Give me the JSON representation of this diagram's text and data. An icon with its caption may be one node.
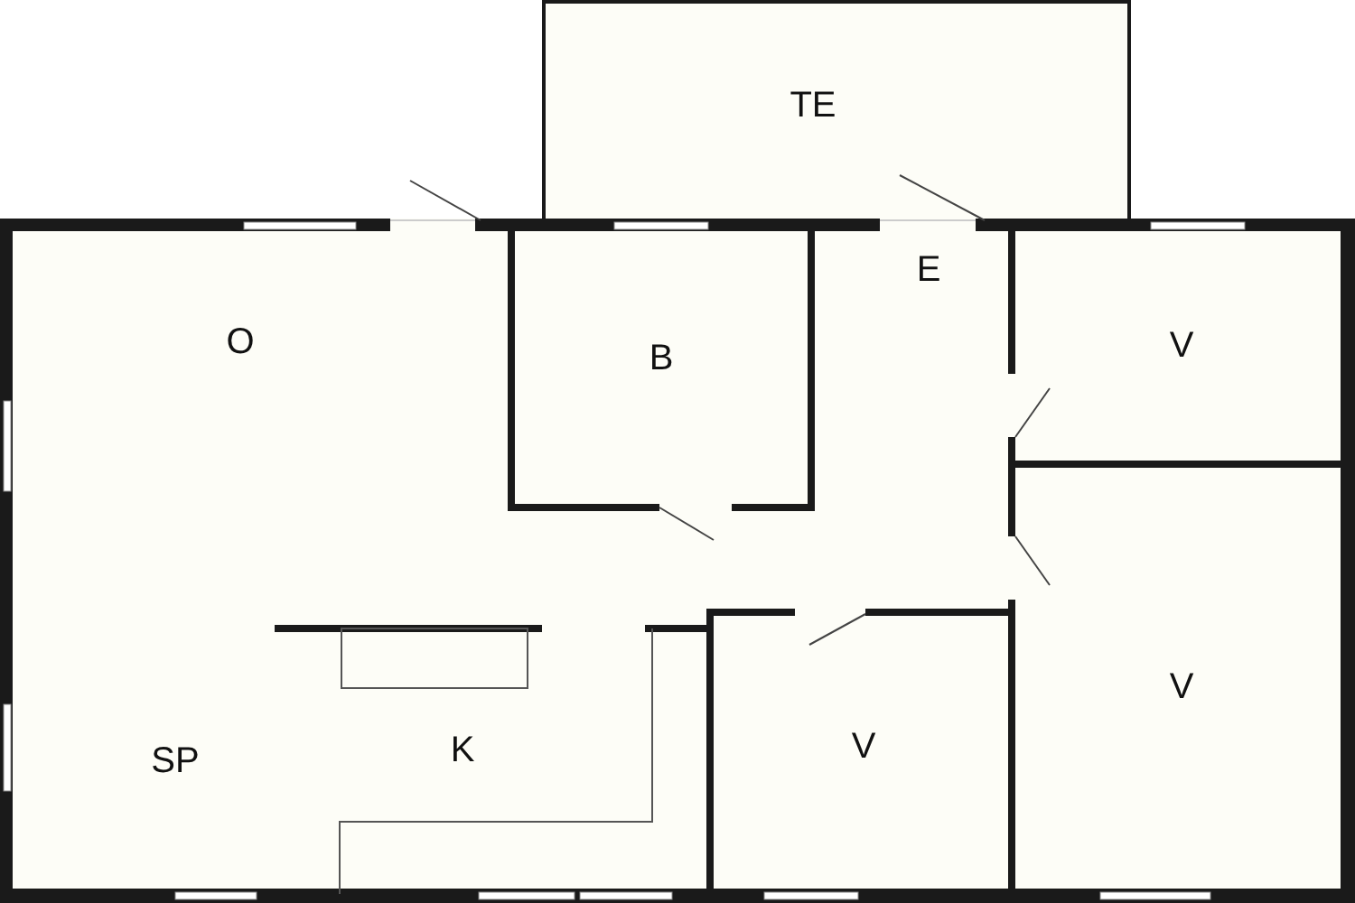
{
  "diagram": {
    "labels": [
      "TE",
      "E",
      "O",
      "V",
      "B",
      "V",
      "SP",
      "K",
      "V"
    ]
  }
}
